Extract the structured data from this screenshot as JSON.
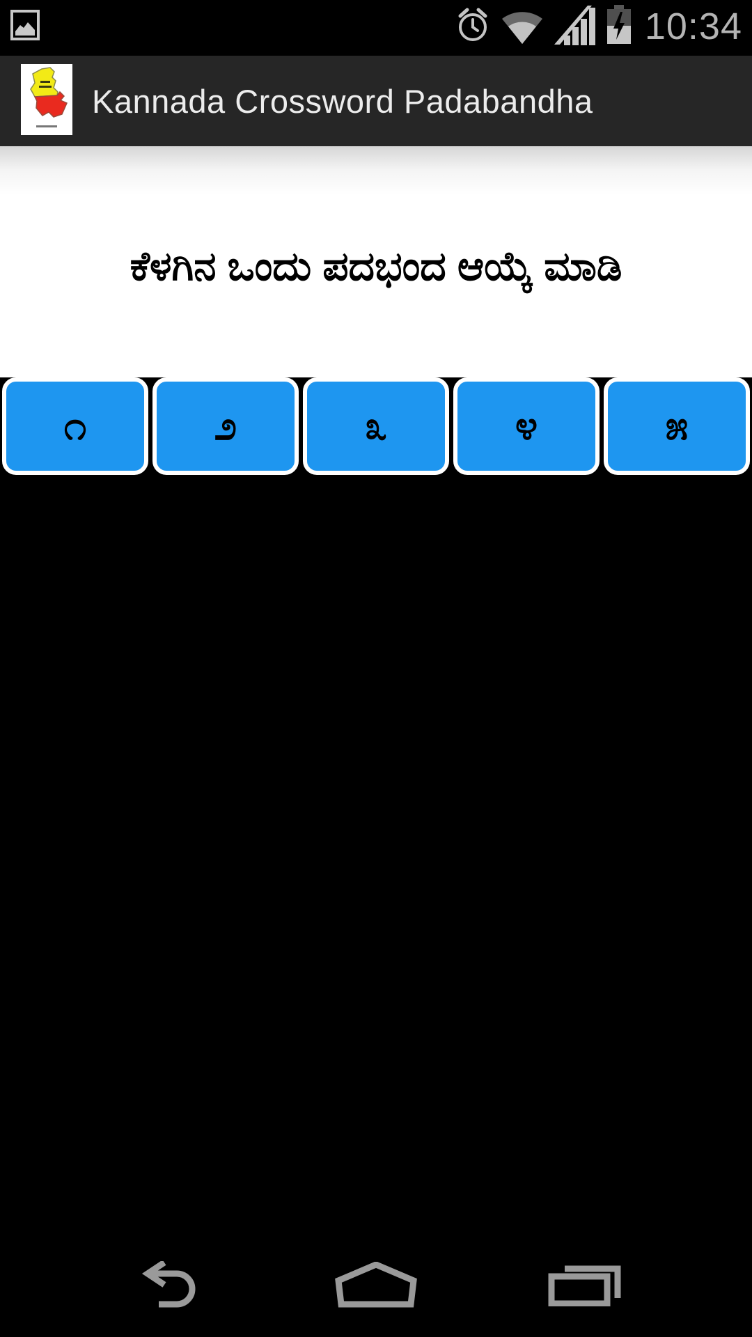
{
  "status_bar": {
    "time": "10:34",
    "icons": {
      "notification": "screenshot-image-icon",
      "alarm": "alarm-clock-icon",
      "wifi": "wifi-signal-icon",
      "signal": "cell-signal-bars-icon",
      "battery": "battery-charging-icon"
    }
  },
  "app_bar": {
    "title": "Kannada Crossword Padabandha",
    "icon": "karnataka-map-app-icon"
  },
  "main": {
    "instruction": "ಕೆಳಗಿನ ಒಂದು ಪದಭಂದ ಆಯ್ಕೆ ಮಾಡಿ",
    "puzzle_buttons": [
      {
        "label": "೧",
        "value": 1
      },
      {
        "label": "೨",
        "value": 2
      },
      {
        "label": "೩",
        "value": 3
      },
      {
        "label": "೪",
        "value": 4
      },
      {
        "label": "೫",
        "value": 5
      }
    ]
  },
  "nav_bar": {
    "back": "back-button",
    "home": "home-button",
    "recents": "recents-button"
  },
  "colors": {
    "button_blue": "#1E96F0",
    "button_border": "#ffffff",
    "app_bar_bg": "#262626",
    "status_icon_gray": "#c4c4c4",
    "time_gray": "#b4b4b4",
    "nav_icon_gray": "#9a9a9a",
    "app_icon_yellow": "#f2ea16",
    "app_icon_red": "#e92a1f",
    "background": "#000000",
    "panel_white": "#ffffff"
  }
}
